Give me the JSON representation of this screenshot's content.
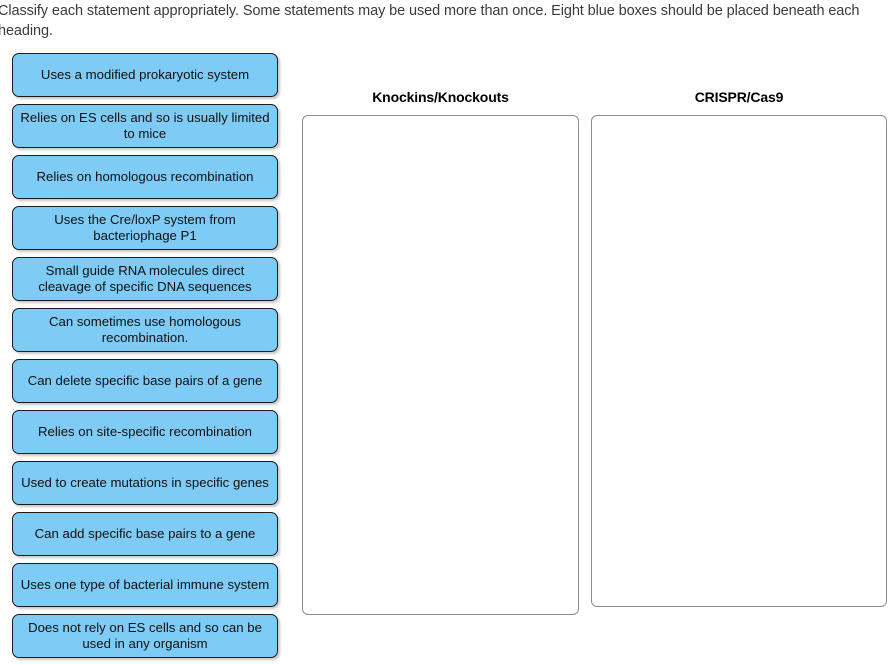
{
  "instructions": {
    "text": "Classify each statement appropriately.  Some statements may be used more than once. Eight blue boxes should be placed beneath each heading."
  },
  "palette": {
    "tile_fill": "#7ecbf5",
    "tile_border": "#1b1b1b",
    "zone_border": "#8d8d8d",
    "text": "#101010",
    "instruction_text": "#3b3b3b",
    "page_background": "#ffffff"
  },
  "tiles": [
    {
      "label": "Uses a modified prokaryotic system"
    },
    {
      "label": "Relies on ES cells and so is usually limited to mice"
    },
    {
      "label": "Relies on homologous recombination"
    },
    {
      "label": "Uses the Cre/loxP system from bacteriophage P1"
    },
    {
      "label": "Small guide RNA molecules direct cleavage of specific DNA sequences"
    },
    {
      "label": "Can sometimes use homologous recombination."
    },
    {
      "label": "Can delete specific base pairs of a gene"
    },
    {
      "label": "Relies on site-specific recombination"
    },
    {
      "label": "Used to create mutations in specific genes"
    },
    {
      "label": "Can add specific base pairs to a gene"
    },
    {
      "label": "Uses one type of bacterial immune system"
    },
    {
      "label": "Does not rely on ES cells and so can be used in any organism"
    }
  ],
  "zones": [
    {
      "title": "Knockins/Knockouts",
      "items": []
    },
    {
      "title": "CRISPR/Cas9",
      "items": []
    }
  ]
}
